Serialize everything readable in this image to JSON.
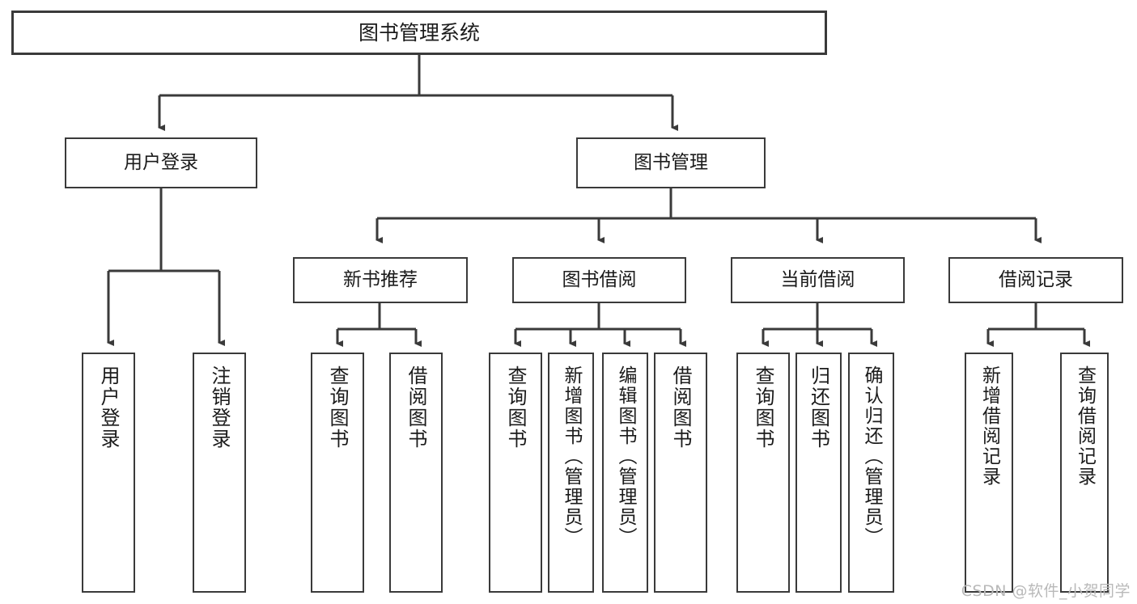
{
  "diagram": {
    "title": "图书管理系统",
    "type": "tree",
    "watermark": "CSDN @软件_小贺同学",
    "colors": {
      "stroke": "#3a3a3a",
      "fill": "#ffffff",
      "text": "#1b1b1b",
      "watermark": "#b9b9b9"
    },
    "root": {
      "label": "图书管理系统"
    },
    "level2": [
      {
        "label": "用户登录"
      },
      {
        "label": "图书管理"
      }
    ],
    "level3": [
      {
        "label": "新书推荐"
      },
      {
        "label": "图书借阅"
      },
      {
        "label": "当前借阅"
      },
      {
        "label": "借阅记录"
      }
    ],
    "leaves": {
      "user_login": [
        {
          "label": "用户登录"
        },
        {
          "label": "注销登录"
        }
      ],
      "new_book": [
        {
          "label": "查询图书"
        },
        {
          "label": "借阅图书"
        }
      ],
      "book_borrow": [
        {
          "label": "查询图书"
        },
        {
          "label": "新增图书（管理员）"
        },
        {
          "label": "编辑图书（管理员）"
        },
        {
          "label": "借阅图书"
        }
      ],
      "current_borrow": [
        {
          "label": "查询图书"
        },
        {
          "label": "归还图书"
        },
        {
          "label": "确认归还（管理员）"
        }
      ],
      "borrow_record": [
        {
          "label": "新增借阅记录"
        },
        {
          "label": "查询借阅记录"
        }
      ]
    }
  }
}
